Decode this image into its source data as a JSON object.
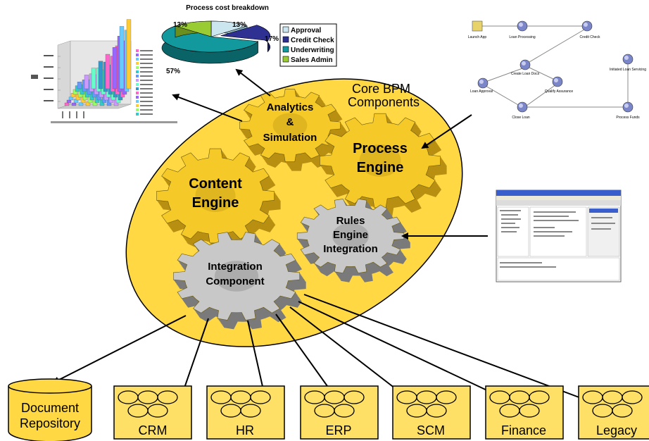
{
  "colors": {
    "ellipse_fill": "#FFD843",
    "yellow_gear": "#F5C928",
    "gray_gear": "#C8C8C8",
    "box_fill": "#FFE066",
    "pie_approval": "#CCE6F0",
    "pie_credit_check": "#2E3192",
    "pie_underwriting": "#11999E",
    "pie_sales_admin": "#99CC33"
  },
  "core": {
    "title_line1": "Core BPM",
    "title_line2": "Components"
  },
  "gears": {
    "analytics": {
      "l1": "Analytics",
      "l2": "&",
      "l3": "Simulation"
    },
    "process": {
      "l1": "Process",
      "l2": "Engine"
    },
    "content": {
      "l1": "Content",
      "l2": "Engine"
    },
    "rules": {
      "l1": "Rules",
      "l2": "Engine",
      "l3": "Integration"
    },
    "integration": {
      "l1": "Integration",
      "l2": "Component"
    }
  },
  "pie": {
    "title": "Process cost breakdown",
    "slices": [
      {
        "label": "Approval",
        "percent": "13%"
      },
      {
        "label": "Credit Check",
        "percent": "17%"
      },
      {
        "label": "Underwriting",
        "percent": "57%"
      },
      {
        "label": "Sales Admin",
        "percent": "13%"
      }
    ]
  },
  "workflow": {
    "nodes": [
      "Launch App",
      "Loan Processing",
      "Credit Check",
      "Create Loan Docs",
      "Loan Approval",
      "Qualify Assurance",
      "Close Loan",
      "Initiated Loan Servicing",
      "Process Funds"
    ]
  },
  "systems": {
    "repository": {
      "l1": "Document",
      "l2": "Repository"
    },
    "boxes": [
      "CRM",
      "HR",
      "ERP",
      "SCM",
      "Finance",
      "Legacy"
    ]
  },
  "icons": [
    "gear-icon",
    "database-icon",
    "pie-chart-icon",
    "bar-chart-icon",
    "workflow-icon",
    "screenshot-icon"
  ]
}
